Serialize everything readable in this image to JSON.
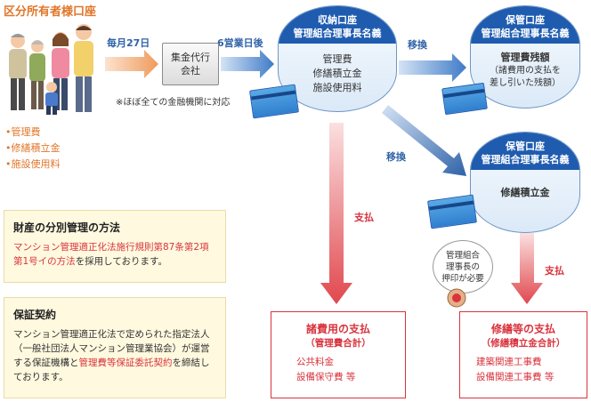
{
  "owner": {
    "title": "区分所有者様口座",
    "items": [
      "管理費",
      "修繕積立金",
      "施設使用料"
    ]
  },
  "flow": {
    "monthly_label": "毎月27日",
    "days_label": "6営業日後",
    "agent_label": "集金代行\n会社",
    "agent_note": "※ほぼ全ての金融機関に対応",
    "transfer_label_1": "移換",
    "transfer_label_2": "移換",
    "pay_label_1": "支払",
    "pay_label_2": "支払"
  },
  "collection_account": {
    "title": "収納口座",
    "subtitle": "管理組合理事長名義",
    "items": [
      "管理費",
      "修繕積立金",
      "施設使用料"
    ]
  },
  "custody_account_1": {
    "title": "保管口座",
    "subtitle": "管理組合理事長名義",
    "main": "管理費残額",
    "note_1": "（諸費用の支払を",
    "note_2": "差し引いた残額）"
  },
  "custody_account_2": {
    "title": "保管口座",
    "subtitle": "管理組合理事長名義",
    "main": "修繕積立金"
  },
  "seal_bubble": {
    "text": "管理組合\n理事長の\n押印が必要"
  },
  "segregation": {
    "title": "財産の分別管理の方法",
    "text_highlight": "マンション管理適正化法施行規則第87条第2項第1号イの方法",
    "text_tail": "を採用しております。"
  },
  "guarantee": {
    "title": "保証契約",
    "text_head": "マンション管理適正化法で定められた指定法人（一般社団法人マンション管理業協会）が運営する保証機構と",
    "text_highlight": "管理費等保証委託契約",
    "text_tail": "を締結しております。"
  },
  "expense_payment": {
    "title": "諸費用の支払",
    "subtitle": "（管理費合計）",
    "items": [
      "公共料金",
      "設備保守費  等"
    ]
  },
  "repair_payment": {
    "title": "修繕等の支払",
    "subtitle": "（修繕積立金合計）",
    "items": [
      "建築関連工事費",
      "設備関連工事費  等"
    ]
  },
  "colors": {
    "orange": "#e0762a",
    "blue": "#1f5cb0",
    "red": "#d9333d",
    "cream": "#fff9df"
  }
}
